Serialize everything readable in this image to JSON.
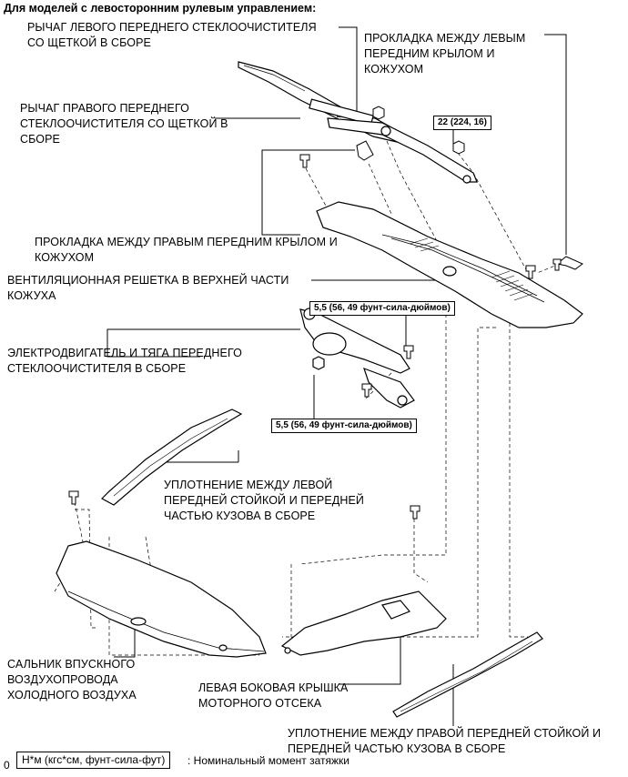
{
  "header": "Для моделей с левосторонним рулевым управлением:",
  "labels": {
    "left_wiper": "РЫЧАГ ЛЕВОГО ПЕРЕДНЕГО СТЕКЛООЧИСТИТЕЛЯ\nСО ЩЕТКОЙ В СБОРЕ",
    "left_fender_seal": "ПРОКЛАДКА МЕЖДУ ЛЕВЫМ\nПЕРЕДНИМ КРЫЛОМ И\nКОЖУХОМ",
    "right_wiper": "РЫЧАГ ПРАВОГО ПЕРЕДНЕГО\nСТЕКЛООЧИСТИТЕЛЯ СО ЩЕТКОЙ В\nСБОРЕ",
    "right_fender_seal": "ПРОКЛАДКА МЕЖДУ ПРАВЫМ ПЕРЕДНИМ КРЫЛОМ И\nКОЖУХОМ",
    "cowl_louver": "ВЕНТИЛЯЦИОННАЯ РЕШЕТКА В ВЕРХНЕЙ ЧАСТИ\nКОЖУХА",
    "wiper_motor": "ЭЛЕКТРОДВИГАТЕЛЬ И ТЯГА ПЕРЕДНЕГО\nСТЕКЛООЧИСТИТЕЛЯ В СБОРЕ",
    "left_pillar_seal": "УПЛОТНЕНИЕ МЕЖДУ ЛЕВОЙ\nПЕРЕДНЕЙ СТОЙКОЙ И ПЕРЕДНЕЙ\nЧАСТЬЮ КУЗОВА В СБОРЕ",
    "air_intake_seal": "САЛЬНИК ВПУСКНОГО\nВОЗДУХОПРОВОДА\nХОЛОДНОГО ВОЗДУХА",
    "engine_cover": "ЛЕВАЯ БОКОВАЯ КРЫШКА\nМОТОРНОГО ОТСЕКА",
    "right_pillar_seal": "УПЛОТНЕНИЕ МЕЖДУ ПРАВОЙ ПЕРЕДНЕЙ СТОЙКОЙ И\nПЕРЕДНЕЙ ЧАСТЬЮ КУЗОВА В СБОРЕ"
  },
  "torques": {
    "wiper_nut": "22 (224, 16)",
    "motor_bolt_upper": "5,5 (56, 49 фунт-сила-дюймов)",
    "motor_bolt_lower": "5,5 (56, 49 фунт-сила-дюймов)"
  },
  "legend": {
    "zero": "0",
    "box": "Н*м (кгс*см, фунт-сила-фут)",
    "text": ": Номинальный момент затяжки"
  }
}
